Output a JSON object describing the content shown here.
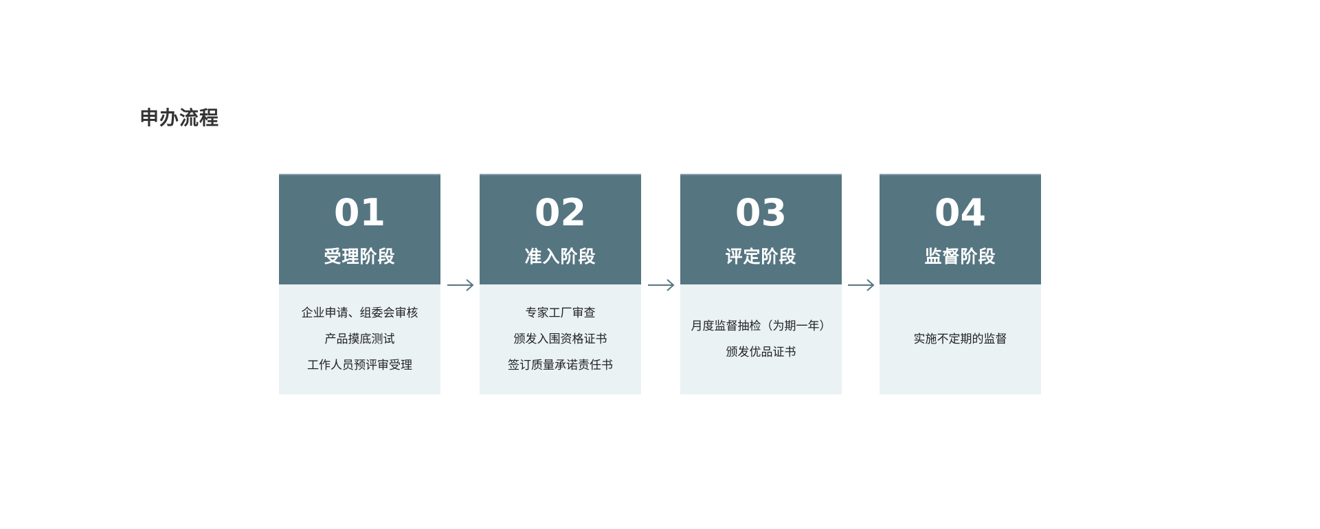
{
  "title": "申办流程",
  "colors": {
    "header": "#557581",
    "body": "#eaf2f4",
    "arrow": "#557581"
  },
  "steps": [
    {
      "number": "01",
      "stage": "受理阶段",
      "items": [
        "企业申请、组委会审核",
        "产品摸底测试",
        "工作人员预评审受理"
      ]
    },
    {
      "number": "02",
      "stage": "准入阶段",
      "items": [
        "专家工厂审查",
        "颁发入围资格证书",
        "签订质量承诺责任书"
      ]
    },
    {
      "number": "03",
      "stage": "评定阶段",
      "items": [
        "月度监督抽检（为期一年）",
        "颁发优品证书"
      ]
    },
    {
      "number": "04",
      "stage": "监督阶段",
      "items": [
        "实施不定期的监督"
      ]
    }
  ]
}
